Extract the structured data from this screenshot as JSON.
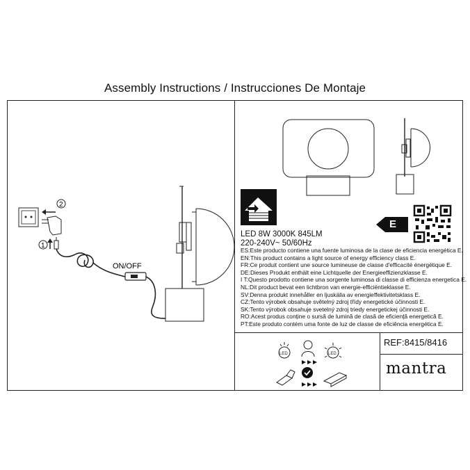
{
  "header": {
    "title": "Assembly Instructions / Instrucciones De Montaje"
  },
  "installation": {
    "step_2": "2",
    "step_1": "1",
    "switch_label": "ON/OFF"
  },
  "specs": {
    "line1": "LED 8W 3000K 845LM",
    "line2": "220-240V~ 50/60Hz",
    "energy_class": "E"
  },
  "energy_statements": [
    "ES:Este producto contiene una fuente luminosa de la clase de eficiencia energética E.",
    "EN:This product contains a light source of energy efficiency class E.",
    "FR:Ce produit contient une source lumineuse de classe d'efficacité énergétique E.",
    "DE:Dieses Produkt enthält eine Lichtquelle der Energieeffizienzklasse E.",
    "I T:Questo prodotto contiene una sorgente luminosa di classe di efficienza energetica E.",
    "NL:Dit product bevat een lichtbron van energie-efficiëntieklasse E.",
    "SV:Denna produkt innehåller en ljuskälla av energieffektivitetsklass E.",
    "CZ:Tento výrobek obsahuje světelný zdroj třídy energetické účinnosti E.",
    "SK:Tento výrobok obsahuje svetelný zdroj triedy energetickej účinnosti E.",
    "RO:Acest produs conține o sursă de lumină de clasă de eficiență energetică E.",
    "PT:Este produto contém uma fonte de luz de classe de eficiência energética E."
  ],
  "reference": {
    "text": "REF:8415/8416"
  },
  "brand": {
    "name": "mantra"
  },
  "icons": {
    "replace_led": "led-icon",
    "ok": "check-icon"
  }
}
